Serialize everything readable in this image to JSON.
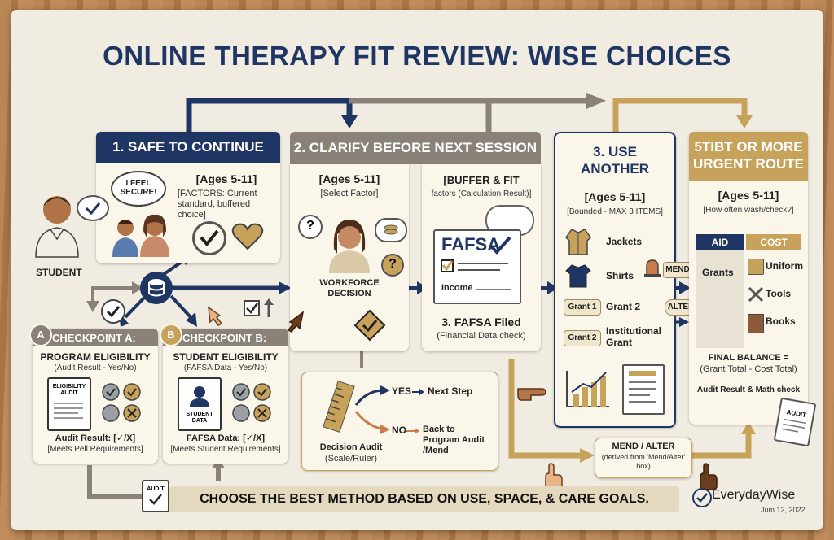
{
  "title": "ONLINE THERAPY FIT REVIEW: WISE CHOICES",
  "student": {
    "label": "STUDENT",
    "bubble": "I FEEL SECURE!"
  },
  "panel1": {
    "header": "1. SAFE TO CONTINUE",
    "ages": "[Ages 5-11]",
    "factors": "[FACTORS: Current standard, buffered choice]"
  },
  "panel2": {
    "header": "2. CLARIFY BEFORE NEXT SESSION",
    "left": {
      "ages": "[Ages 5-11]",
      "sub": "[Select Factor]",
      "decision": "WORKFORCE DECISION"
    },
    "right": {
      "title": "[BUFFER & FIT",
      "sub": "factors (Calculation Result)]",
      "doc_title": "FAFSA",
      "doc_field": "Income",
      "caption": "3. FAFSA Filed",
      "caption_sub": "(Financial Data check)"
    }
  },
  "audit": {
    "label": "Decision Audit",
    "sub": "(Scale/Ruler)",
    "yes": "YES",
    "yes_next": "Next Step",
    "no": "NO",
    "no_next": "Back to Program Audit /Mend"
  },
  "panel3": {
    "header": "3. USE ANOTHER",
    "ages": "[Ages 5-11]",
    "sub": "[Bounded - MAX 3 ITEMS]",
    "items": [
      "Jackets",
      "Shirts",
      "Grant 2",
      "Institutional Grant"
    ],
    "tags": [
      "Grant 1",
      "Grant 2"
    ]
  },
  "panel4": {
    "header": "5TIBT OR MORE URGENT ROUTE",
    "ages": "[Ages 5-11]",
    "sub": "[How often wash/check?]",
    "aid_header": "AID",
    "cost_header": "COST",
    "aid_items": [
      "Grants"
    ],
    "cost_items": [
      "Uniform",
      "Tools",
      "Books"
    ],
    "balance": "FINAL BALANCE =",
    "balance_sub": "(Grant Total - Cost Total)",
    "check": "Audit Result & Math check",
    "audit_icon": "AUDIT"
  },
  "mend_tag": "MEND?",
  "alter_tag": "ALTER",
  "mend_box": {
    "title": "MEND / ALTER",
    "sub": "(derived from 'Mend/Alter' box)"
  },
  "checkA": {
    "badge": "A",
    "header": "CHECKPOINT A:",
    "title": "PROGRAM ELIGIBILITY",
    "sub": "(Audit Result - Yes/No)",
    "clip": "ELIGIBILITY AUDIT",
    "result": "Audit Result: [✓/X]",
    "note": "[Meets Pell Requirements]"
  },
  "checkB": {
    "badge": "B",
    "header": "CHECKPOINT B:",
    "title": "STUDENT ELIGIBILITY",
    "sub": "(FAFSA Data - Yes/No)",
    "card": "STUDENT DATA",
    "result": "FAFSA Data: [✓/X]",
    "note": "[Meets Student Requirements]"
  },
  "banner": "CHOOSE THE BEST METHOD BASED ON USE, SPACE, & CARE GOALS.",
  "banner_icon": "AUDIT",
  "brand": {
    "name": "EverydayWise",
    "date": "Jum 12, 2022"
  },
  "colors": {
    "navy": "#1f3563",
    "gold": "#c7a25a",
    "gray": "#8a8278",
    "paper": "#fbf6ea"
  }
}
